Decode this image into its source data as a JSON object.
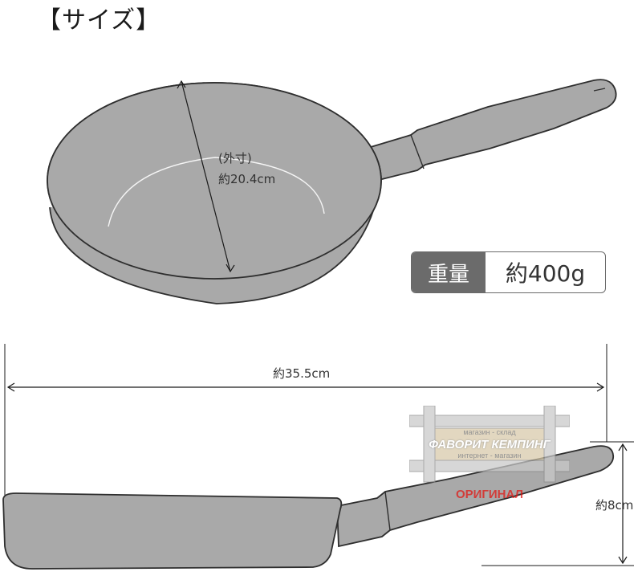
{
  "title": "【サイズ】",
  "top_view": {
    "diameter_label_line1": "(外寸)",
    "diameter_label_line2": "約20.4cm"
  },
  "weight": {
    "key": "重量",
    "value": "約400g"
  },
  "side_view": {
    "length_label": "約35.5cm",
    "height_label": "約8cm"
  },
  "watermark": {
    "line1": "магазин - склад",
    "brand": "ФАВОРИТ КЕМПИНГ",
    "line2": "интернет - магазин",
    "stamp": "ОРИГИНАЛ"
  },
  "colors": {
    "pan_fill": "#a9a9a9",
    "pan_stroke": "#2e2e2e",
    "weight_key_bg": "#6b6b6b",
    "stamp_red": "#e3130f"
  }
}
